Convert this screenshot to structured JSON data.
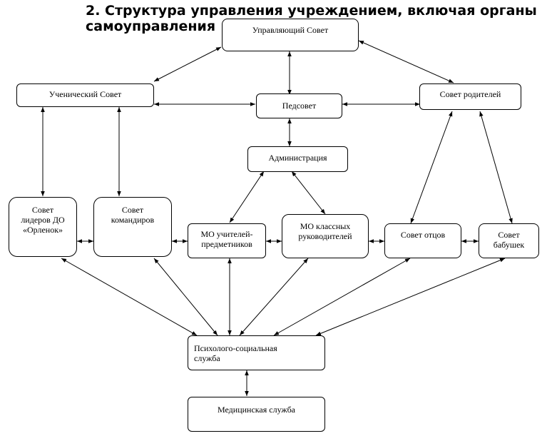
{
  "title": {
    "line1": "2. Структура управления учреждением, включая органы",
    "line2": "самоуправления"
  },
  "nodes": {
    "upravlyayushchiy_sovet": "Управляющий Совет",
    "uchenicheskiy_sovet": "Ученический Совет",
    "pedsovet": "Педсовет",
    "sovet_roditeley": "Совет родителей",
    "administratsiya": "Администрация",
    "sovet_liderov": [
      "Совет",
      "лидеров ДО",
      "«Орленок»"
    ],
    "sovet_komandirov": [
      "Совет",
      "командиров"
    ],
    "mo_uchiteley": [
      "МО учителей-",
      "предметников"
    ],
    "mo_klassnykh": [
      "МО классных",
      "руководителей"
    ],
    "sovet_ottsov": "Совет отцов",
    "sovet_babushek": [
      "Совет",
      "бабушек"
    ],
    "psikhologo": [
      "Психолого-социальная",
      "служба"
    ],
    "meditsinskaya": "Медицинская служба"
  },
  "colors": {
    "line": "#000000",
    "box_border": "#000000",
    "background": "#ffffff"
  }
}
